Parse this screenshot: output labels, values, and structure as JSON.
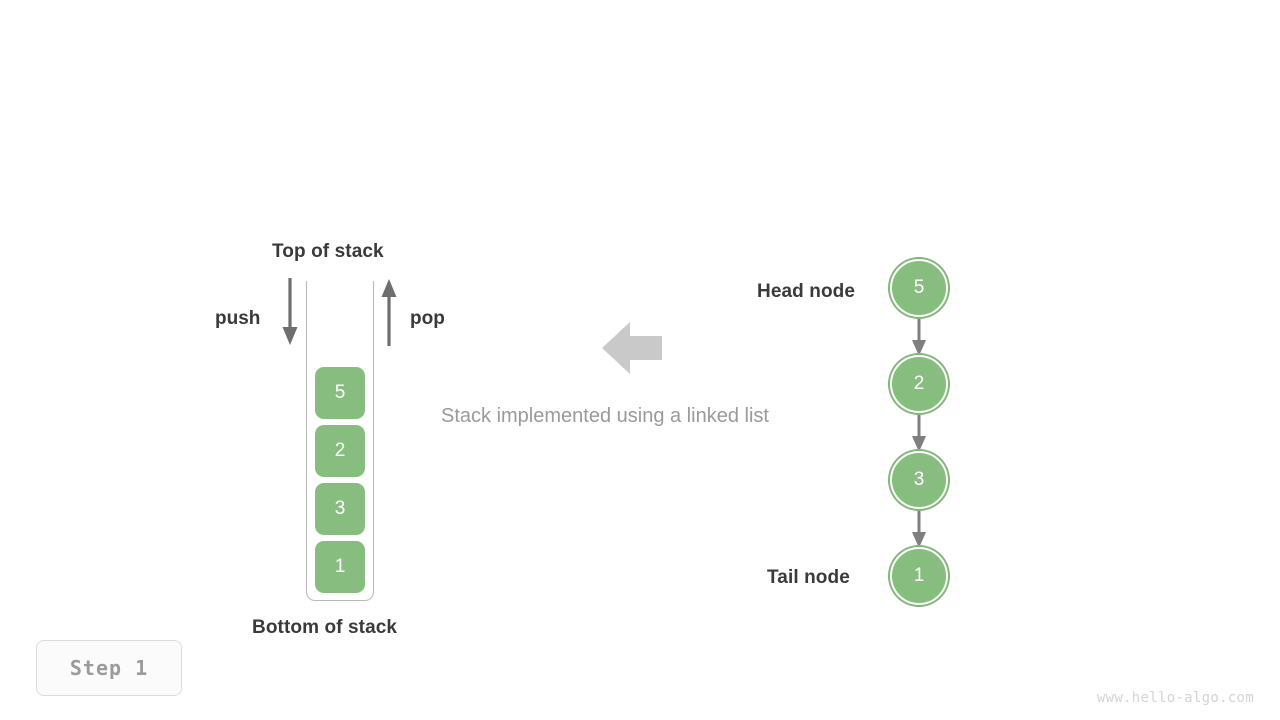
{
  "diagram": {
    "title_caption": "Stack implemented using a linked list",
    "step_label": "Step 1",
    "watermark": "www.hello-algo.com",
    "colors": {
      "node_green": "#88bd80",
      "node_ring": "#7fb877",
      "arrow_gray": "#6e6e6e",
      "big_arrow_gray": "#c9c9c9",
      "caption_gray": "#9a9a9a",
      "label_dark": "#3a3a3a",
      "container_border": "#b9b9b9",
      "watermark_gray": "#d4d4d4",
      "badge_text_gray": "#9b9b9b",
      "background": "#ffffff"
    }
  },
  "stack_side": {
    "top_label": "Top of stack",
    "bottom_label": "Bottom of stack",
    "push_label": "push",
    "pop_label": "pop",
    "cells": [
      {
        "value": "5"
      },
      {
        "value": "2"
      },
      {
        "value": "3"
      },
      {
        "value": "1"
      }
    ]
  },
  "linked_list_side": {
    "head_label": "Head node",
    "tail_label": "Tail node",
    "nodes": [
      {
        "value": "5"
      },
      {
        "value": "2"
      },
      {
        "value": "3"
      },
      {
        "value": "1"
      }
    ]
  }
}
